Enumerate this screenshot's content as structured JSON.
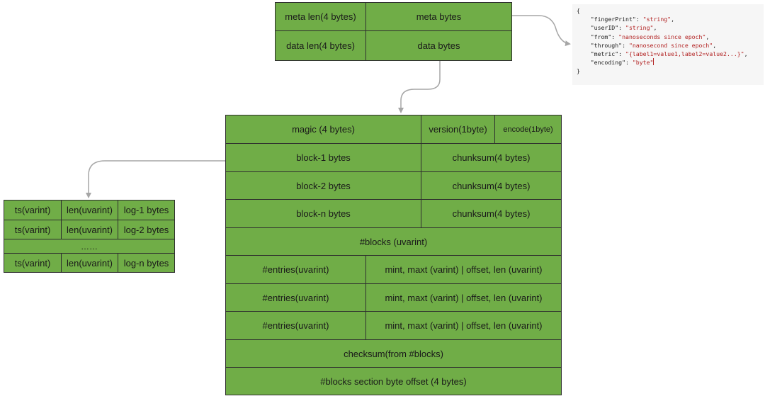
{
  "meta_header": {
    "meta_len": "meta len(4 bytes)",
    "meta_bytes": "meta bytes",
    "data_len": "data len(4 bytes)",
    "data_bytes": "data bytes"
  },
  "json_snippet": {
    "open": "{",
    "close": "}",
    "fields": [
      {
        "key": "\"fingerPrint\"",
        "value": "\"string\"",
        "sep": ","
      },
      {
        "key": "\"userID\"",
        "value": "\"string\"",
        "sep": ","
      },
      {
        "key": "\"from\"",
        "value": "\"nanoseconds since epoch\"",
        "sep": ","
      },
      {
        "key": "\"through\"",
        "value": "\"nanosecond since epoch\"",
        "sep": ","
      },
      {
        "key": "\"metric\"",
        "value": "\"{label1=value1,label2=value2...}\"",
        "sep": ","
      },
      {
        "key": "\"encoding\"",
        "value": "\"byte\"",
        "sep": ""
      }
    ]
  },
  "chunk": {
    "magic": "magic (4 bytes)",
    "version": "version(1byte)",
    "encode": "encode(1byte)",
    "blocks": [
      {
        "name": "block-1 bytes",
        "checksum": "chunksum(4 bytes)"
      },
      {
        "name": "block-2 bytes",
        "checksum": "chunksum(4 bytes)"
      },
      {
        "name": "block-n bytes",
        "checksum": "chunksum(4 bytes)"
      }
    ],
    "num_blocks": "#blocks (uvarint)",
    "entries": [
      {
        "count": "#entries(uvarint)",
        "meta": "mint, maxt (varint) | offset, len (uvarint)"
      },
      {
        "count": "#entries(uvarint)",
        "meta": "mint, maxt (varint) | offset, len (uvarint)"
      },
      {
        "count": "#entries(uvarint)",
        "meta": "mint, maxt (varint) | offset, len (uvarint)"
      }
    ],
    "checksum": "checksum(from #blocks)",
    "offset": "#blocks section byte offset (4 bytes)"
  },
  "log_block": {
    "rows": [
      {
        "ts": "ts(varint)",
        "len": "len(uvarint)",
        "bytes": "log-1 bytes"
      },
      {
        "ts": "ts(varint)",
        "len": "len(uvarint)",
        "bytes": "log-2 bytes"
      },
      {
        "ts": "ts(varint)",
        "len": "len(uvarint)",
        "bytes": "log-n bytes"
      }
    ],
    "ellipsis": "……"
  },
  "colors": {
    "cell_fill": "#70ad47",
    "border": "#2e2e2e",
    "connector": "#a6a6a6",
    "json_string": "#b22222"
  }
}
